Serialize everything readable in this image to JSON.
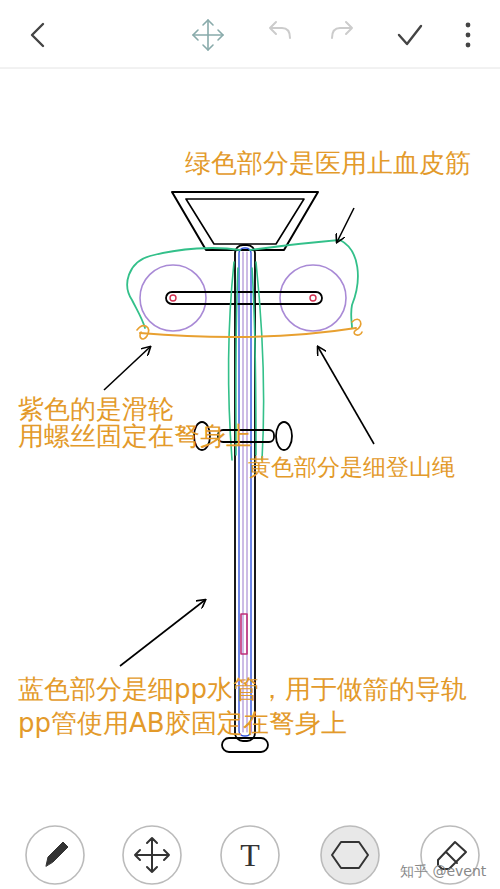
{
  "diagram": {
    "labels": [
      "绿色部分是医用止血皮筋",
      "紫色的是滑轮 用螺丝固定在弩身上",
      "黄色部分是细登山绳",
      "蓝色部分是细pp水管，用于做箭的导轨 pp管使用AB胶固定在弩身上",
      "T",
      "知乎 @event"
    ]
  }
}
